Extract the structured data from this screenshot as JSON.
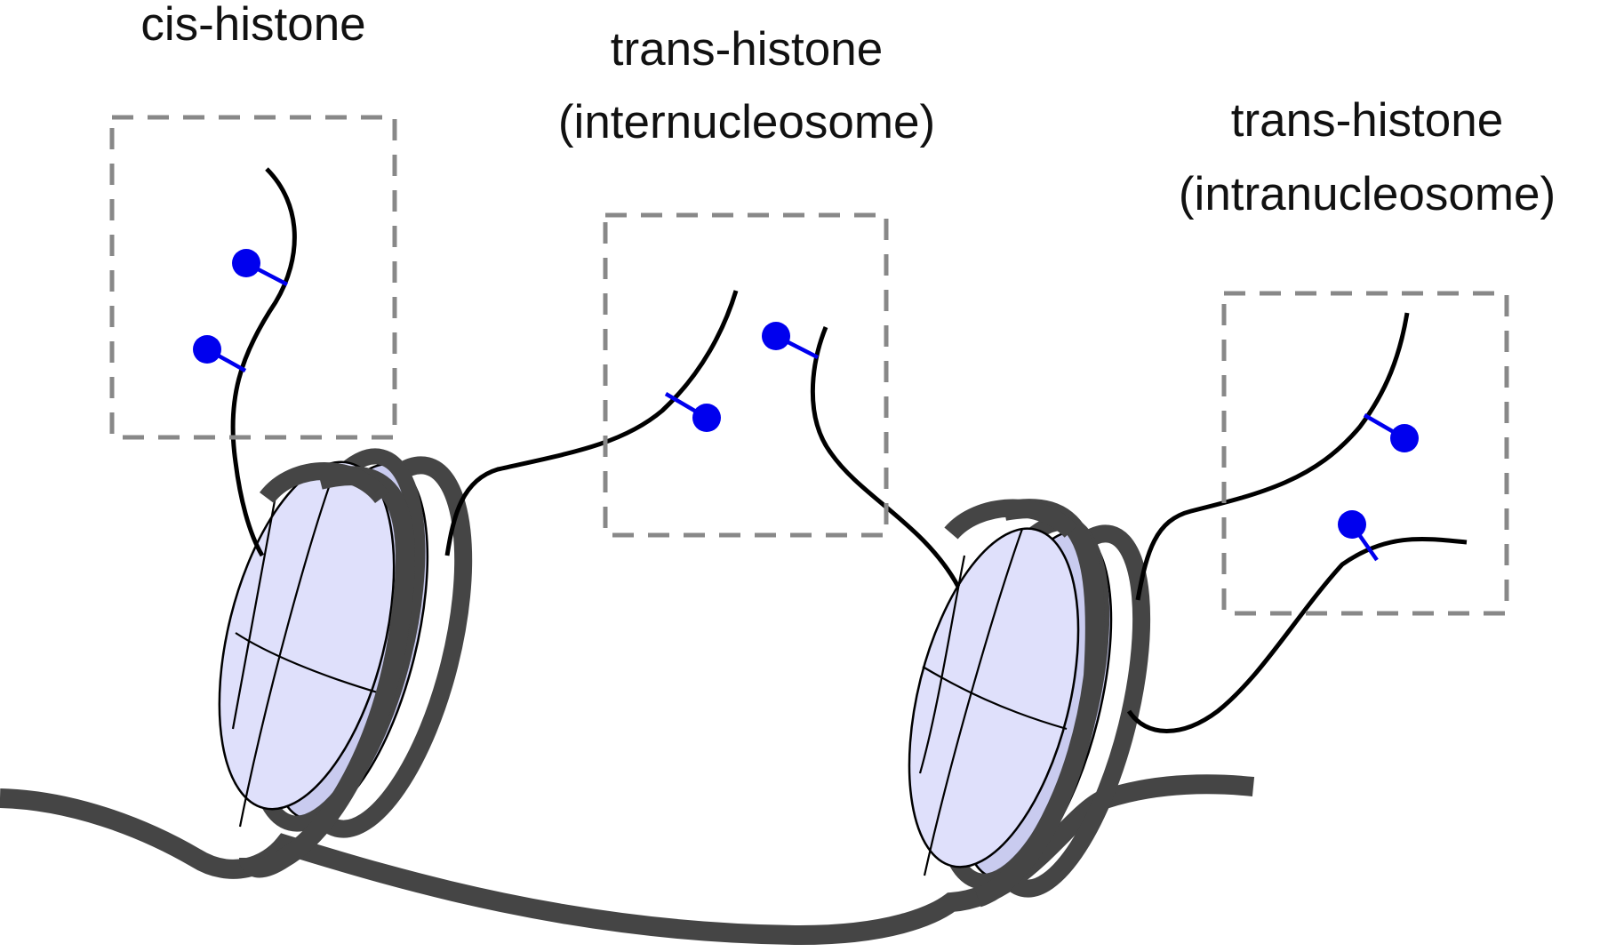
{
  "labels": {
    "cis": "cis-histone",
    "inter_line1": "trans-histone",
    "inter_line2": "(internucleosome)",
    "intra_line1": "trans-histone",
    "intra_line2": "(intranucleosome)"
  },
  "colors": {
    "dna": "#454545",
    "histone_fill": "#dfe0fb",
    "histone_fill_dark": "#c9cbef",
    "modification": "#0000ee",
    "tail": "#000000",
    "box": "#888888",
    "text": "#111111"
  },
  "icons": {
    "nucleosome": "nucleosome-icon",
    "modification": "lollipop-modification-icon"
  }
}
